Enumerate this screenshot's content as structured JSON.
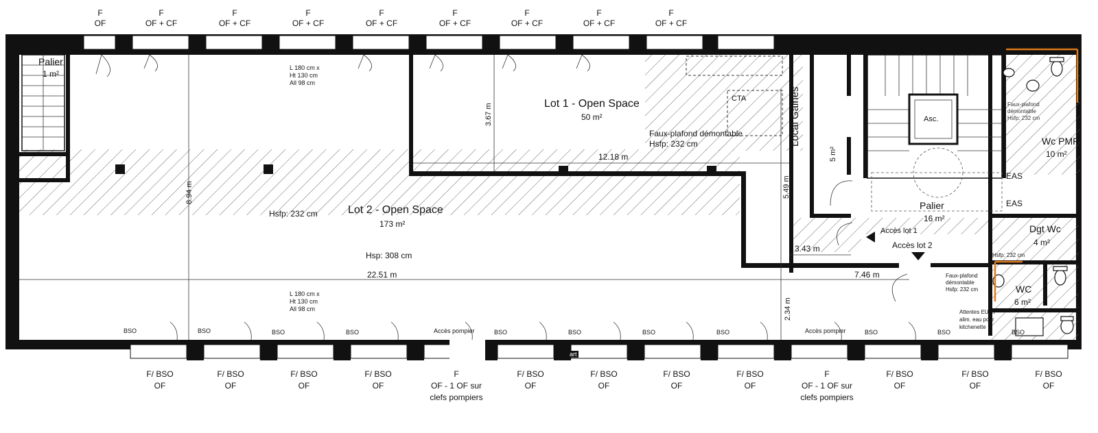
{
  "top_windows": [
    {
      "line1": "F",
      "line2": "OF"
    },
    {
      "line1": "F",
      "line2": "OF + CF"
    },
    {
      "line1": "F",
      "line2": "OF + CF"
    },
    {
      "line1": "F",
      "line2": "OF + CF"
    },
    {
      "line1": "F",
      "line2": "OF + CF"
    },
    {
      "line1": "F",
      "line2": "OF + CF"
    },
    {
      "line1": "F",
      "line2": "OF + CF"
    },
    {
      "line1": "F",
      "line2": "OF + CF"
    },
    {
      "line1": "F",
      "line2": "OF + CF"
    }
  ],
  "bottom_windows": [
    {
      "line1": "F/ BSO",
      "line2": "OF",
      "line3": ""
    },
    {
      "line1": "F/ BSO",
      "line2": "OF",
      "line3": ""
    },
    {
      "line1": "F/ BSO",
      "line2": "OF",
      "line3": ""
    },
    {
      "line1": "F/ BSO",
      "line2": "OF",
      "line3": ""
    },
    {
      "line1": "F",
      "line2": "OF - 1 OF sur",
      "line3": "clefs pompiers"
    },
    {
      "line1": "F/ BSO",
      "line2": "OF",
      "line3": ""
    },
    {
      "line1": "F/ BSO",
      "line2": "OF",
      "line3": ""
    },
    {
      "line1": "F/ BSO",
      "line2": "OF",
      "line3": ""
    },
    {
      "line1": "F/ BSO",
      "line2": "OF",
      "line3": ""
    },
    {
      "line1": "F",
      "line2": "OF - 1 OF sur",
      "line3": "clefs pompiers"
    },
    {
      "line1": "F/ BSO",
      "line2": "OF",
      "line3": ""
    },
    {
      "line1": "F/ BSO",
      "line2": "OF",
      "line3": ""
    },
    {
      "line1": "F/ BSO",
      "line2": "OF",
      "line3": ""
    }
  ],
  "bso_label": "BSO",
  "acces_pompier": "Accès pompier",
  "rooms": {
    "palier_left": {
      "name": "Palier",
      "area": "1 m²"
    },
    "lot1": {
      "name": "Lot 1 - Open Space",
      "area": "50 m²"
    },
    "lot2": {
      "name": "Lot 2 - Open Space",
      "area": "173 m²"
    },
    "local_gaines": {
      "name": "Local Gaines",
      "area": "5 m²"
    },
    "palier_center": {
      "name": "Palier",
      "area": "16 m²"
    },
    "wc_pmr": {
      "name": "Wc PMR",
      "area": "10 m²"
    },
    "dgt_wc": {
      "name": "Dgt Wc",
      "area": "4 m²"
    },
    "wc": {
      "name": "WC",
      "area": "6 m²"
    },
    "asc": "Asc.",
    "eas1": "EAS",
    "eas2": "EAS",
    "cta": "CTA"
  },
  "window_notes": {
    "top": [
      "L 180 cm x",
      "Ht 130 cm",
      "All 98 cm"
    ],
    "bottom": [
      "L 180 cm x",
      "Ht 130 cm",
      "All 98 cm"
    ]
  },
  "ceiling_notes": {
    "faux_plafond": [
      "Faux-plafond démontable",
      "Hsfp: 232 cm"
    ],
    "hsfp_lot2": "Hsfp: 232 cm",
    "hsp": "Hsp: 308 cm",
    "wcpmr": [
      "Faux-plafond",
      "démontable",
      "Hsfp: 232 cm"
    ],
    "dgt": "Hsfp: 232 cm",
    "wc": [
      "Faux-plafond",
      "démontable",
      "Hsfp: 232 cm"
    ]
  },
  "dimensions": {
    "d_367": "3.67 m",
    "d_1218": "12.18 m",
    "d_549": "5.49 m",
    "d_894": "8.94 m",
    "d_343": "3.43 m",
    "d_2251": "22.51 m",
    "d_746": "7.46 m",
    "d_234": "2.34 m"
  },
  "access": {
    "lot1": "Accès lot 1",
    "lot2": "Accès lot 2"
  },
  "attentes": [
    "Attentes EU et",
    "alim. eau pour",
    "kitchenette"
  ],
  "watermark": "art"
}
